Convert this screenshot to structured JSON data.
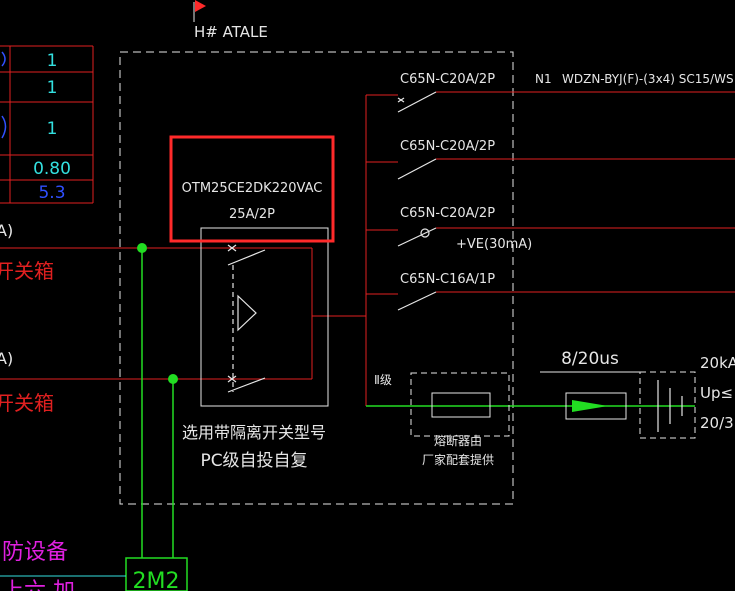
{
  "header": {
    "flag_label": "H# ATALE"
  },
  "colors": {
    "background": "#000000",
    "red": "#e02020",
    "white": "#e6e6e6",
    "green": "#22dd22",
    "cyan": "#33e0e0",
    "blue": "#3050ff",
    "magenta": "#e020e0",
    "highlight": "#ff2a2a"
  },
  "left_table": {
    "rows": [
      "1",
      "1",
      "1",
      "0.80",
      "5.3"
    ]
  },
  "left_labels": {
    "paren_1": "A)",
    "box_1": "开关箱",
    "paren_2": "A)",
    "box_2": "开关箱",
    "fire_equipment": "防设备",
    "bottom_cut": "上六 加"
  },
  "main_switch": {
    "model": "OTM25CE2DK220VAC",
    "rating": "25A/2P",
    "note_line1": "选用带隔离开关型号",
    "note_line2": "PC级自投自复"
  },
  "circuits": [
    {
      "breaker": "C65N-C20A/2P",
      "circuit_id": "N1",
      "cable": "WDZN-BYJ(F)-(3x4) SC15/WS"
    },
    {
      "breaker": "C65N-C20A/2P"
    },
    {
      "breaker": "C65N-C20A/2P",
      "rcd": "+VE(30mA)"
    },
    {
      "breaker": "C65N-C16A/1P"
    }
  ],
  "spd": {
    "level": "Ⅱ级",
    "waveform": "8/20us",
    "fuse_line1": "熔断器由",
    "fuse_line2": "厂家配套提供",
    "right_1": "20kA",
    "right_2": "Up≤",
    "right_3": "20/3"
  },
  "bottom_tag": {
    "label": "2M2"
  }
}
